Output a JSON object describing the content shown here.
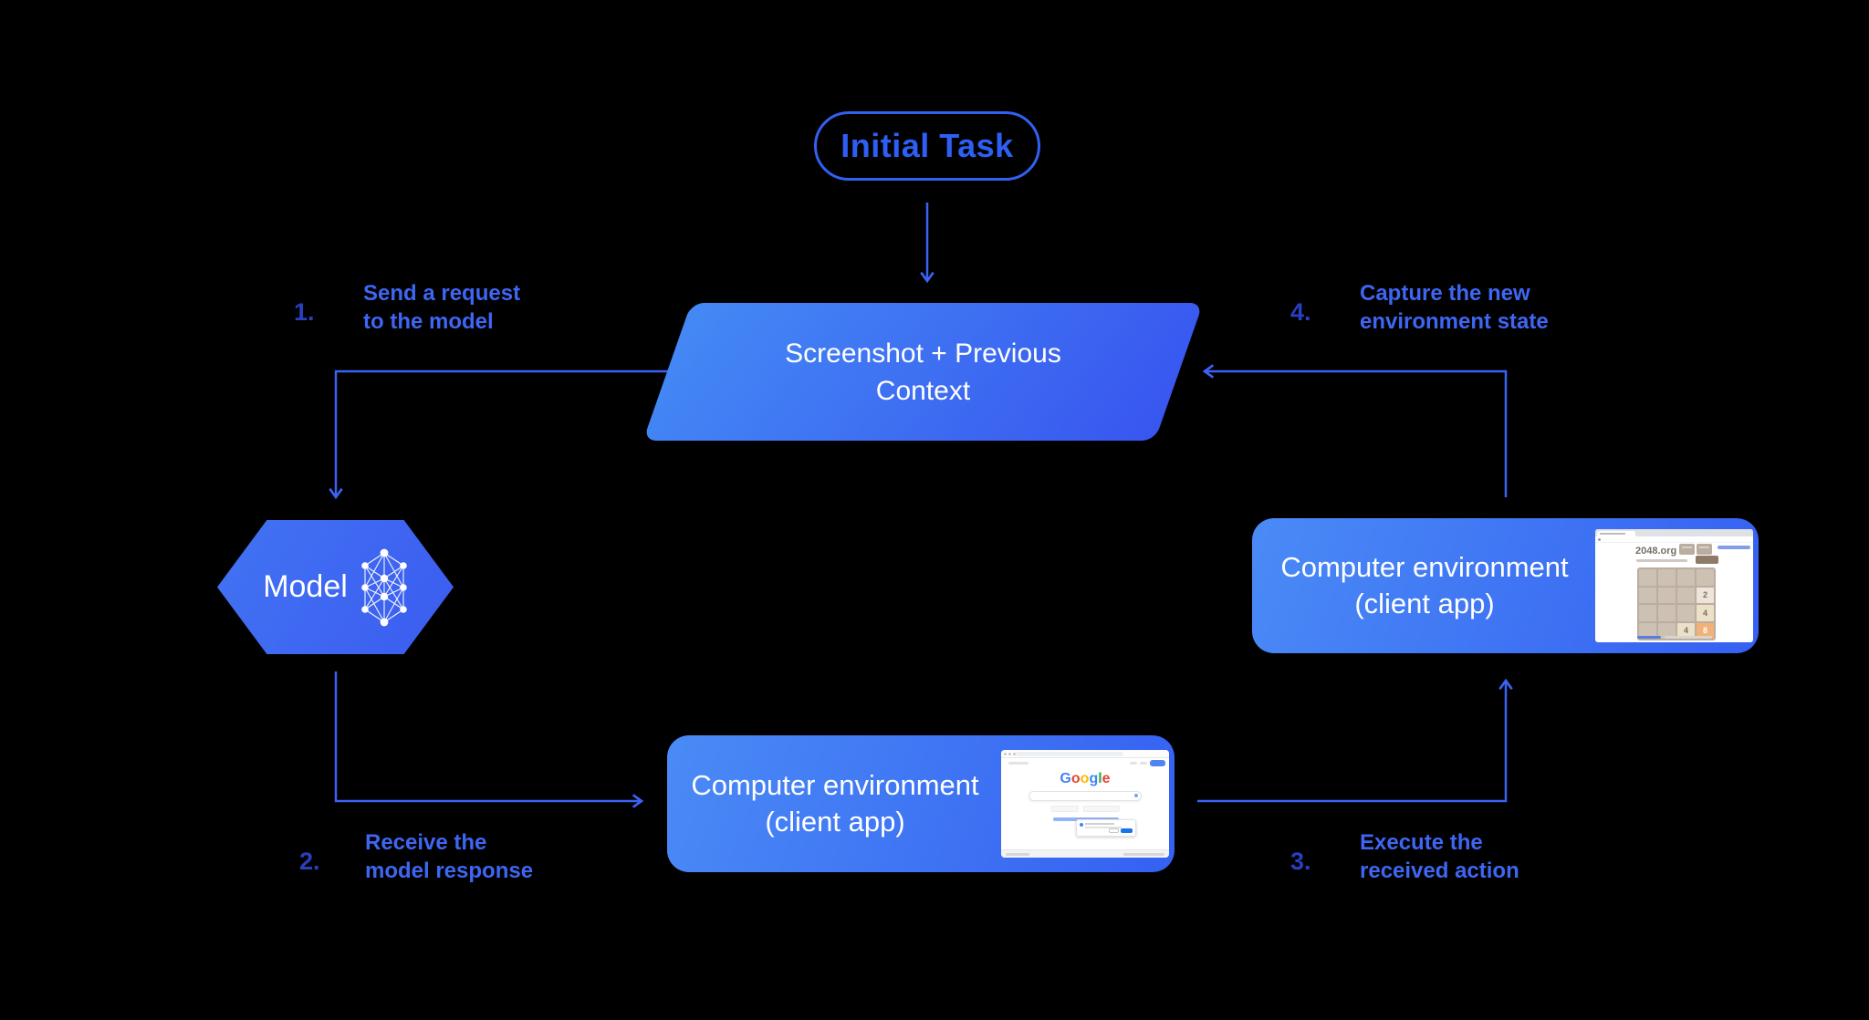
{
  "diagram": {
    "pill": {
      "label": "Initial Task"
    },
    "context_node": {
      "line1": "Screenshot + Previous",
      "line2": "Context"
    },
    "model_node": {
      "label": "Model",
      "icon": "neural-network-icon"
    },
    "env_bottom": {
      "line1": "Computer environment",
      "line2": "(client app)",
      "thumbnail": "google-search-screenshot"
    },
    "env_right": {
      "line1": "Computer environment",
      "line2": "(client app)",
      "thumbnail": "2048-game-screenshot"
    },
    "steps": [
      {
        "number": "1.",
        "line1": "Send a request",
        "line2": "to the model"
      },
      {
        "number": "2.",
        "line1": "Receive the",
        "line2": "model response"
      },
      {
        "number": "3.",
        "line1": "Execute the",
        "line2": "received action"
      },
      {
        "number": "4.",
        "line1": "Capture the new",
        "line2": "environment state"
      }
    ],
    "colors": {
      "background": "#000000",
      "connector": "#3b63f3",
      "pill_text": "#2e5ff5",
      "step_label": "#3e66f2",
      "step_number": "#2a3fc0",
      "shape_gradient_start": "#4489f5",
      "shape_gradient_end": "#3856ef",
      "shape_text": "#ffffff"
    },
    "thumbnails": {
      "google_search": {
        "logo_letters": [
          {
            "ch": "G",
            "color": "#4285F4"
          },
          {
            "ch": "o",
            "color": "#EA4335"
          },
          {
            "ch": "o",
            "color": "#FBBC05"
          },
          {
            "ch": "g",
            "color": "#4285F4"
          },
          {
            "ch": "l",
            "color": "#34A853"
          },
          {
            "ch": "e",
            "color": "#EA4335"
          }
        ]
      },
      "game_2048": {
        "site_title": "2048.org",
        "tiles": [
          {
            "row": 2,
            "col": 4,
            "value": "2"
          },
          {
            "row": 3,
            "col": 4,
            "value": "4"
          },
          {
            "row": 4,
            "col": 3,
            "value": "4"
          },
          {
            "row": 4,
            "col": 4,
            "value": "8"
          }
        ]
      }
    }
  }
}
